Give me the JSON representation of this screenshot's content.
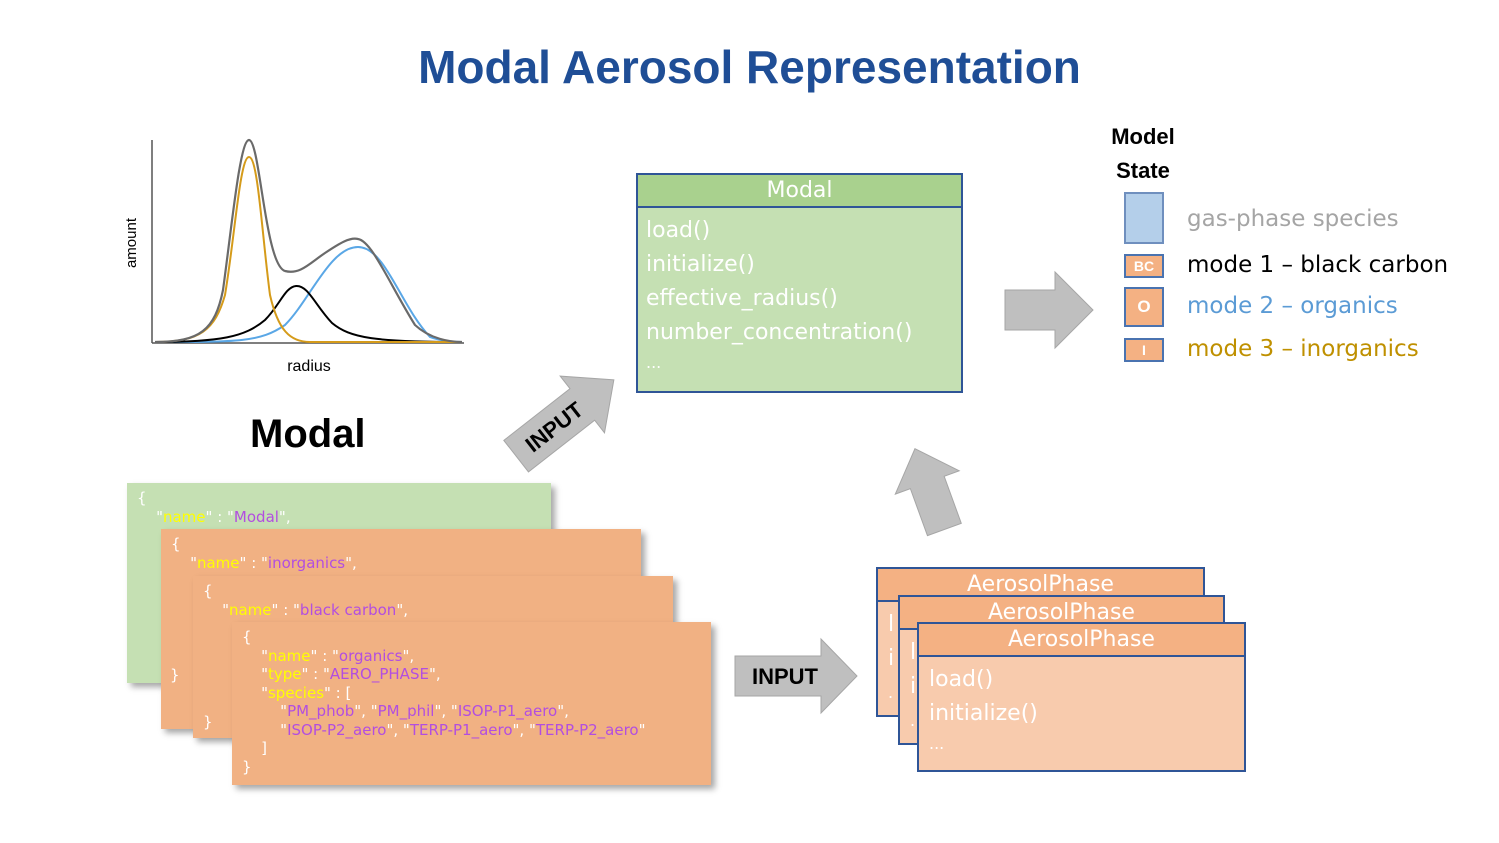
{
  "title": "Modal Aerosol Representation",
  "plot": {
    "xlabel": "radius",
    "ylabel": "amount"
  },
  "modal_heading": "Modal",
  "json_cards": {
    "modal": {
      "brace": "{",
      "key": "name",
      "value": "Modal"
    },
    "inorganics": {
      "brace": "{",
      "close": "}",
      "key": "name",
      "value": "inorganics"
    },
    "black_carbon": {
      "brace": "{",
      "close": "}",
      "key": "name",
      "value": "black carbon"
    },
    "organics": {
      "brace": "{",
      "name_key": "name",
      "name_value": "organics",
      "type_key": "type",
      "type_value": "AERO_PHASE",
      "species_key": "species",
      "species": [
        "PM_phob",
        "PM_phil",
        "ISOP-P1_aero",
        "ISOP-P2_aero",
        "TERP-P1_aero",
        "TERP-P2_aero"
      ],
      "bracket_close": "]",
      "close": "}"
    }
  },
  "arrows": {
    "input_1": "INPUT",
    "input_2": "INPUT"
  },
  "modal_class": {
    "header": "Modal",
    "methods": [
      "load()",
      "initialize()",
      "effective_radius()",
      "number_concentration()",
      "..."
    ]
  },
  "aerosol_phase_class": {
    "header": "AerosolPhase",
    "methods": [
      "load()",
      "initialize()",
      "..."
    ],
    "back_letters": [
      "l",
      "i",
      "."
    ]
  },
  "legend": {
    "title": "Model State",
    "items": [
      {
        "label": "gas-phase species",
        "badge": "",
        "color": "#a5a5a5"
      },
      {
        "label": "mode 1 – black carbon",
        "badge": "BC",
        "color": "#000000"
      },
      {
        "label": "mode 2 – organics",
        "badge": "O",
        "color": "#5b9bd5"
      },
      {
        "label": "mode 3 – inorganics",
        "badge": "I",
        "color": "#bf9000"
      }
    ]
  }
}
